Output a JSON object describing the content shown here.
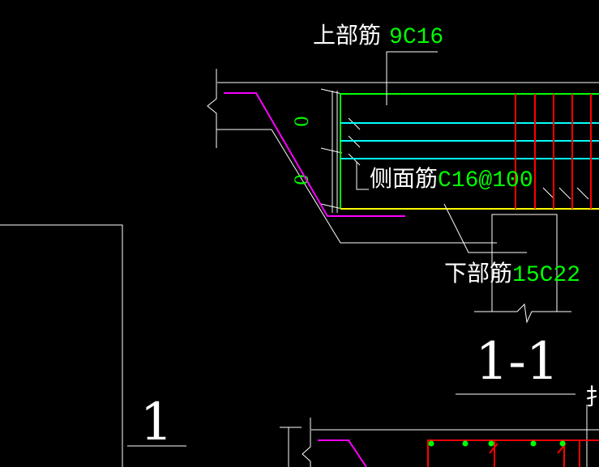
{
  "drawing": {
    "top_rebar": {
      "label": "上部筋",
      "code": "9C16"
    },
    "side_rebar": {
      "label": "侧面筋",
      "code": "C16@100"
    },
    "bottom_rebar": {
      "label": "下部筋",
      "code": "15C22"
    },
    "dim_marks": [
      "0",
      "0"
    ],
    "section_title": "1-1",
    "section_mark": "1",
    "partial_text": "<cut-off character>",
    "colors": {
      "background": "#000000",
      "line": "#ffffff",
      "rebar_label": "#00ff00",
      "stirrup": "#ff0000",
      "side_bar": "#00ffff",
      "section_bottom": "#ffff00",
      "magenta_bar": "#ff00ff"
    }
  }
}
